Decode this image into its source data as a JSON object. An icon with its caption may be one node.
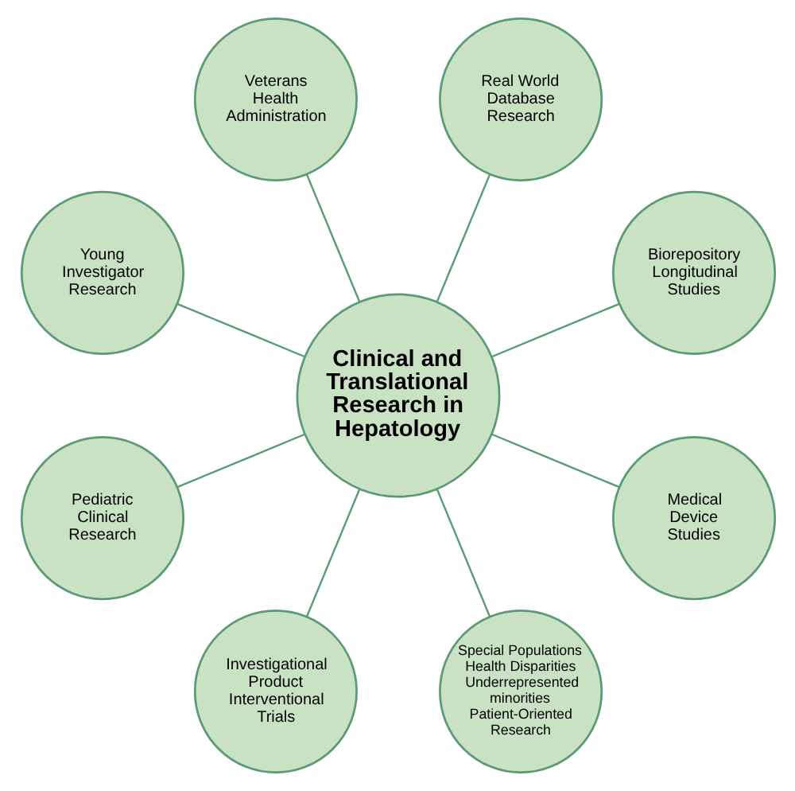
{
  "diagram": {
    "nodes": [
      {
        "text": [
          "Clinical and Translational Research in Hepatology"
        ]
      },
      {
        "text": [
          "Real World Database Research"
        ]
      },
      {
        "text": [
          "Biorepository Longitudinal Studies"
        ]
      },
      {
        "text": [
          "Medical Device Studies"
        ]
      },
      {
        "text": [
          "Special Populations",
          "Health Disparities",
          "Underrepresented minorities",
          "Patient-Oriented Research"
        ]
      },
      {
        "text": [
          "Investigational Product Interventional Trials"
        ]
      },
      {
        "text": [
          "Pediatric Clinical Research"
        ]
      },
      {
        "text": [
          "Young Investigator Research"
        ]
      },
      {
        "text": [
          "Veterans Health Administration"
        ]
      }
    ],
    "edges": [
      {
        "from": 0,
        "to": 1,
        "arrow": "none"
      },
      {
        "from": 0,
        "to": 2,
        "arrow": "none"
      },
      {
        "from": 0,
        "to": 3,
        "arrow": "none"
      },
      {
        "from": 0,
        "to": 4,
        "arrow": "none"
      },
      {
        "from": 0,
        "to": 5,
        "arrow": "none"
      },
      {
        "from": 0,
        "to": 6,
        "arrow": "none"
      },
      {
        "from": 0,
        "to": 7,
        "arrow": "none"
      },
      {
        "from": 0,
        "to": 8,
        "arrow": "none"
      }
    ]
  }
}
